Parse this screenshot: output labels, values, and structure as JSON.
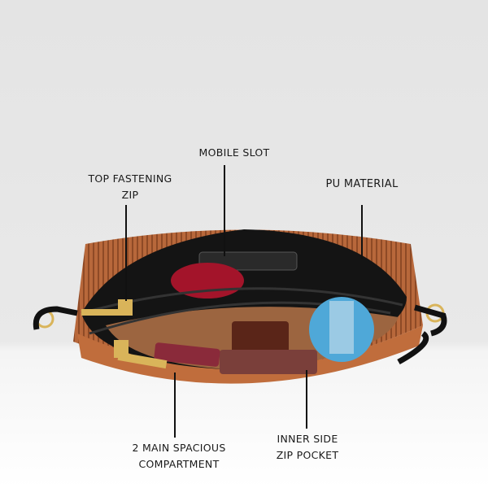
{
  "annotations": {
    "mobile_slot": "MOBILE SLOT",
    "top_zip_line1": "TOP FASTENING",
    "top_zip_line2": "ZIP",
    "pu_material": "PU MATERIAL",
    "compartment_line1": "2 MAIN SPACIOUS",
    "compartment_line2": "COMPARTMENT",
    "inner_pocket_line1": "INNER SIDE",
    "inner_pocket_line2": "ZIP POCKET"
  },
  "colors": {
    "bag_brown": "#b5653a",
    "bag_black": "#151515",
    "lining": "#a0663f",
    "hardware_gold": "#d9b45a"
  }
}
